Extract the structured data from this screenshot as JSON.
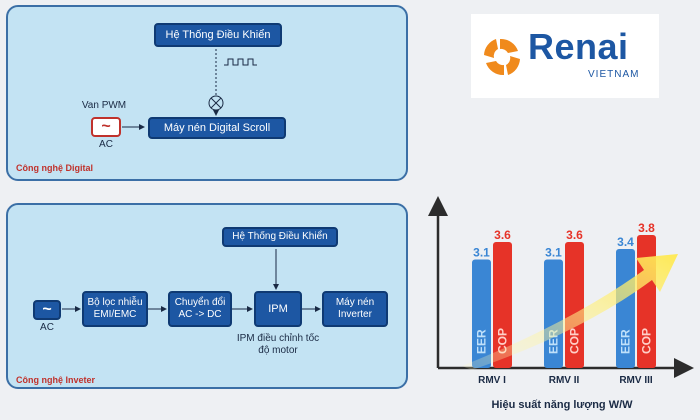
{
  "digital": {
    "control_label": "Hệ Thống Điều Khiển",
    "valve_label": "Van PWM",
    "ac_label": "AC",
    "compressor_label": "Máy nén Digital Scroll",
    "caption": "Công nghệ Digital"
  },
  "inverter": {
    "control_label": "Hệ Thống Điều Khiển",
    "ac_label": "AC",
    "filter_label": "Bộ lọc nhiễu EMI/EMC",
    "converter_label": "Chuyển đổi AC -> DC",
    "ipm_label": "IPM",
    "compressor_label": "Máy nén Inverter",
    "ipm_note": "IPM điều chỉnh tốc độ motor",
    "caption": "Công nghệ Inveter"
  },
  "logo": {
    "word": "Renai",
    "sub": "VIETNAM"
  },
  "colors": {
    "eer": "#3a86d4",
    "cop": "#e63328",
    "box": "#1d57a3",
    "panel": "#c3e3f3",
    "caption": "#c0322c"
  },
  "chart_data": {
    "type": "bar",
    "categories": [
      "RMV I",
      "RMV II",
      "RMV III"
    ],
    "series": [
      {
        "name": "EER",
        "values": [
          3.1,
          3.1,
          3.4
        ],
        "labels": [
          "3.1",
          "3.1",
          "3.4"
        ]
      },
      {
        "name": "COP",
        "values": [
          3.6,
          3.6,
          3.8
        ],
        "labels": [
          "3.6",
          "3.6",
          "3.8"
        ]
      }
    ],
    "xlabel": "Hiệu suất năng lượng W/W",
    "ylabel": "",
    "ylim": [
      0,
      4.4
    ],
    "trend_arrow": true,
    "grid": false
  }
}
